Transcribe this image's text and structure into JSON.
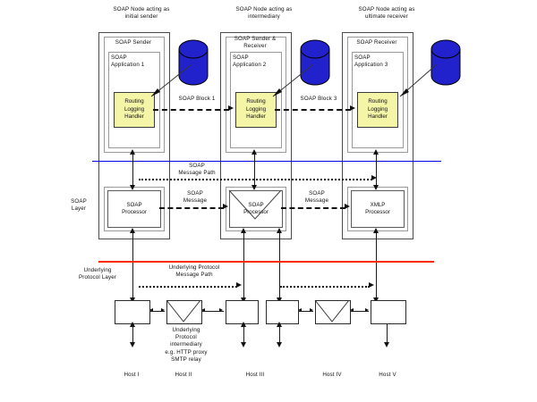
{
  "diagram": {
    "title": "SOAP message path across nodes and underlying protocol layer",
    "colors": {
      "soap_layer_divider": "#0000ee",
      "underlying_layer_divider": "#ff2a00",
      "handler_fill": "#f5f5a8",
      "store_fill": "#2222cc",
      "line": "#111111"
    },
    "layer_labels": {
      "soap_layer": "SOAP\nLayer",
      "underlying_layer": "Underlying\nProtocol Layer"
    },
    "path_labels": {
      "soap_message_path": "SOAP\nMessage Path",
      "underlying_message_path": "Underlying Protocol\nMessage Path"
    },
    "nodes": [
      {
        "caption": "SOAP Node acting as\ninitial sender",
        "role": "SOAP Sender",
        "application": "SOAP\nApplication 1",
        "handler": "Routing\nLogging\nHandler",
        "processor": "SOAP\nProcessor",
        "processor_envelope": false,
        "store": "data-store-cylinder"
      },
      {
        "caption": "SOAP Node acting as\nintermediary",
        "role": "SOAP Sender &\nReceiver",
        "application": "SOAP\nApplication 2",
        "handler": "Routing\nLogging\nHandler",
        "processor": "SOAP\nProcessor",
        "processor_envelope": true,
        "store": "data-store-cylinder"
      },
      {
        "caption": "SOAP Node acting as\nultimate receiver",
        "role": "SOAP Receiver",
        "application": "SOAP\nApplication 3",
        "handler": "Routing\nLogging\nHandler",
        "processor": "XMLP\nProcessor",
        "processor_envelope": false,
        "store": "data-store-cylinder"
      }
    ],
    "soap_blocks": [
      {
        "label": "SOAP Block 1"
      },
      {
        "label": "SOAP Block 3"
      }
    ],
    "soap_messages": [
      {
        "label": "SOAP\nMessage"
      },
      {
        "label": "SOAP\nMessage"
      }
    ],
    "intermediary_note": "Underlying\nProtocol\nintermediary\ne.g. HTTP proxy\nSMTP relay",
    "hosts": [
      {
        "label": "Host I"
      },
      {
        "label": "Host II"
      },
      {
        "label": "Host III"
      },
      {
        "label": "Host IV"
      },
      {
        "label": "Host V"
      }
    ]
  }
}
